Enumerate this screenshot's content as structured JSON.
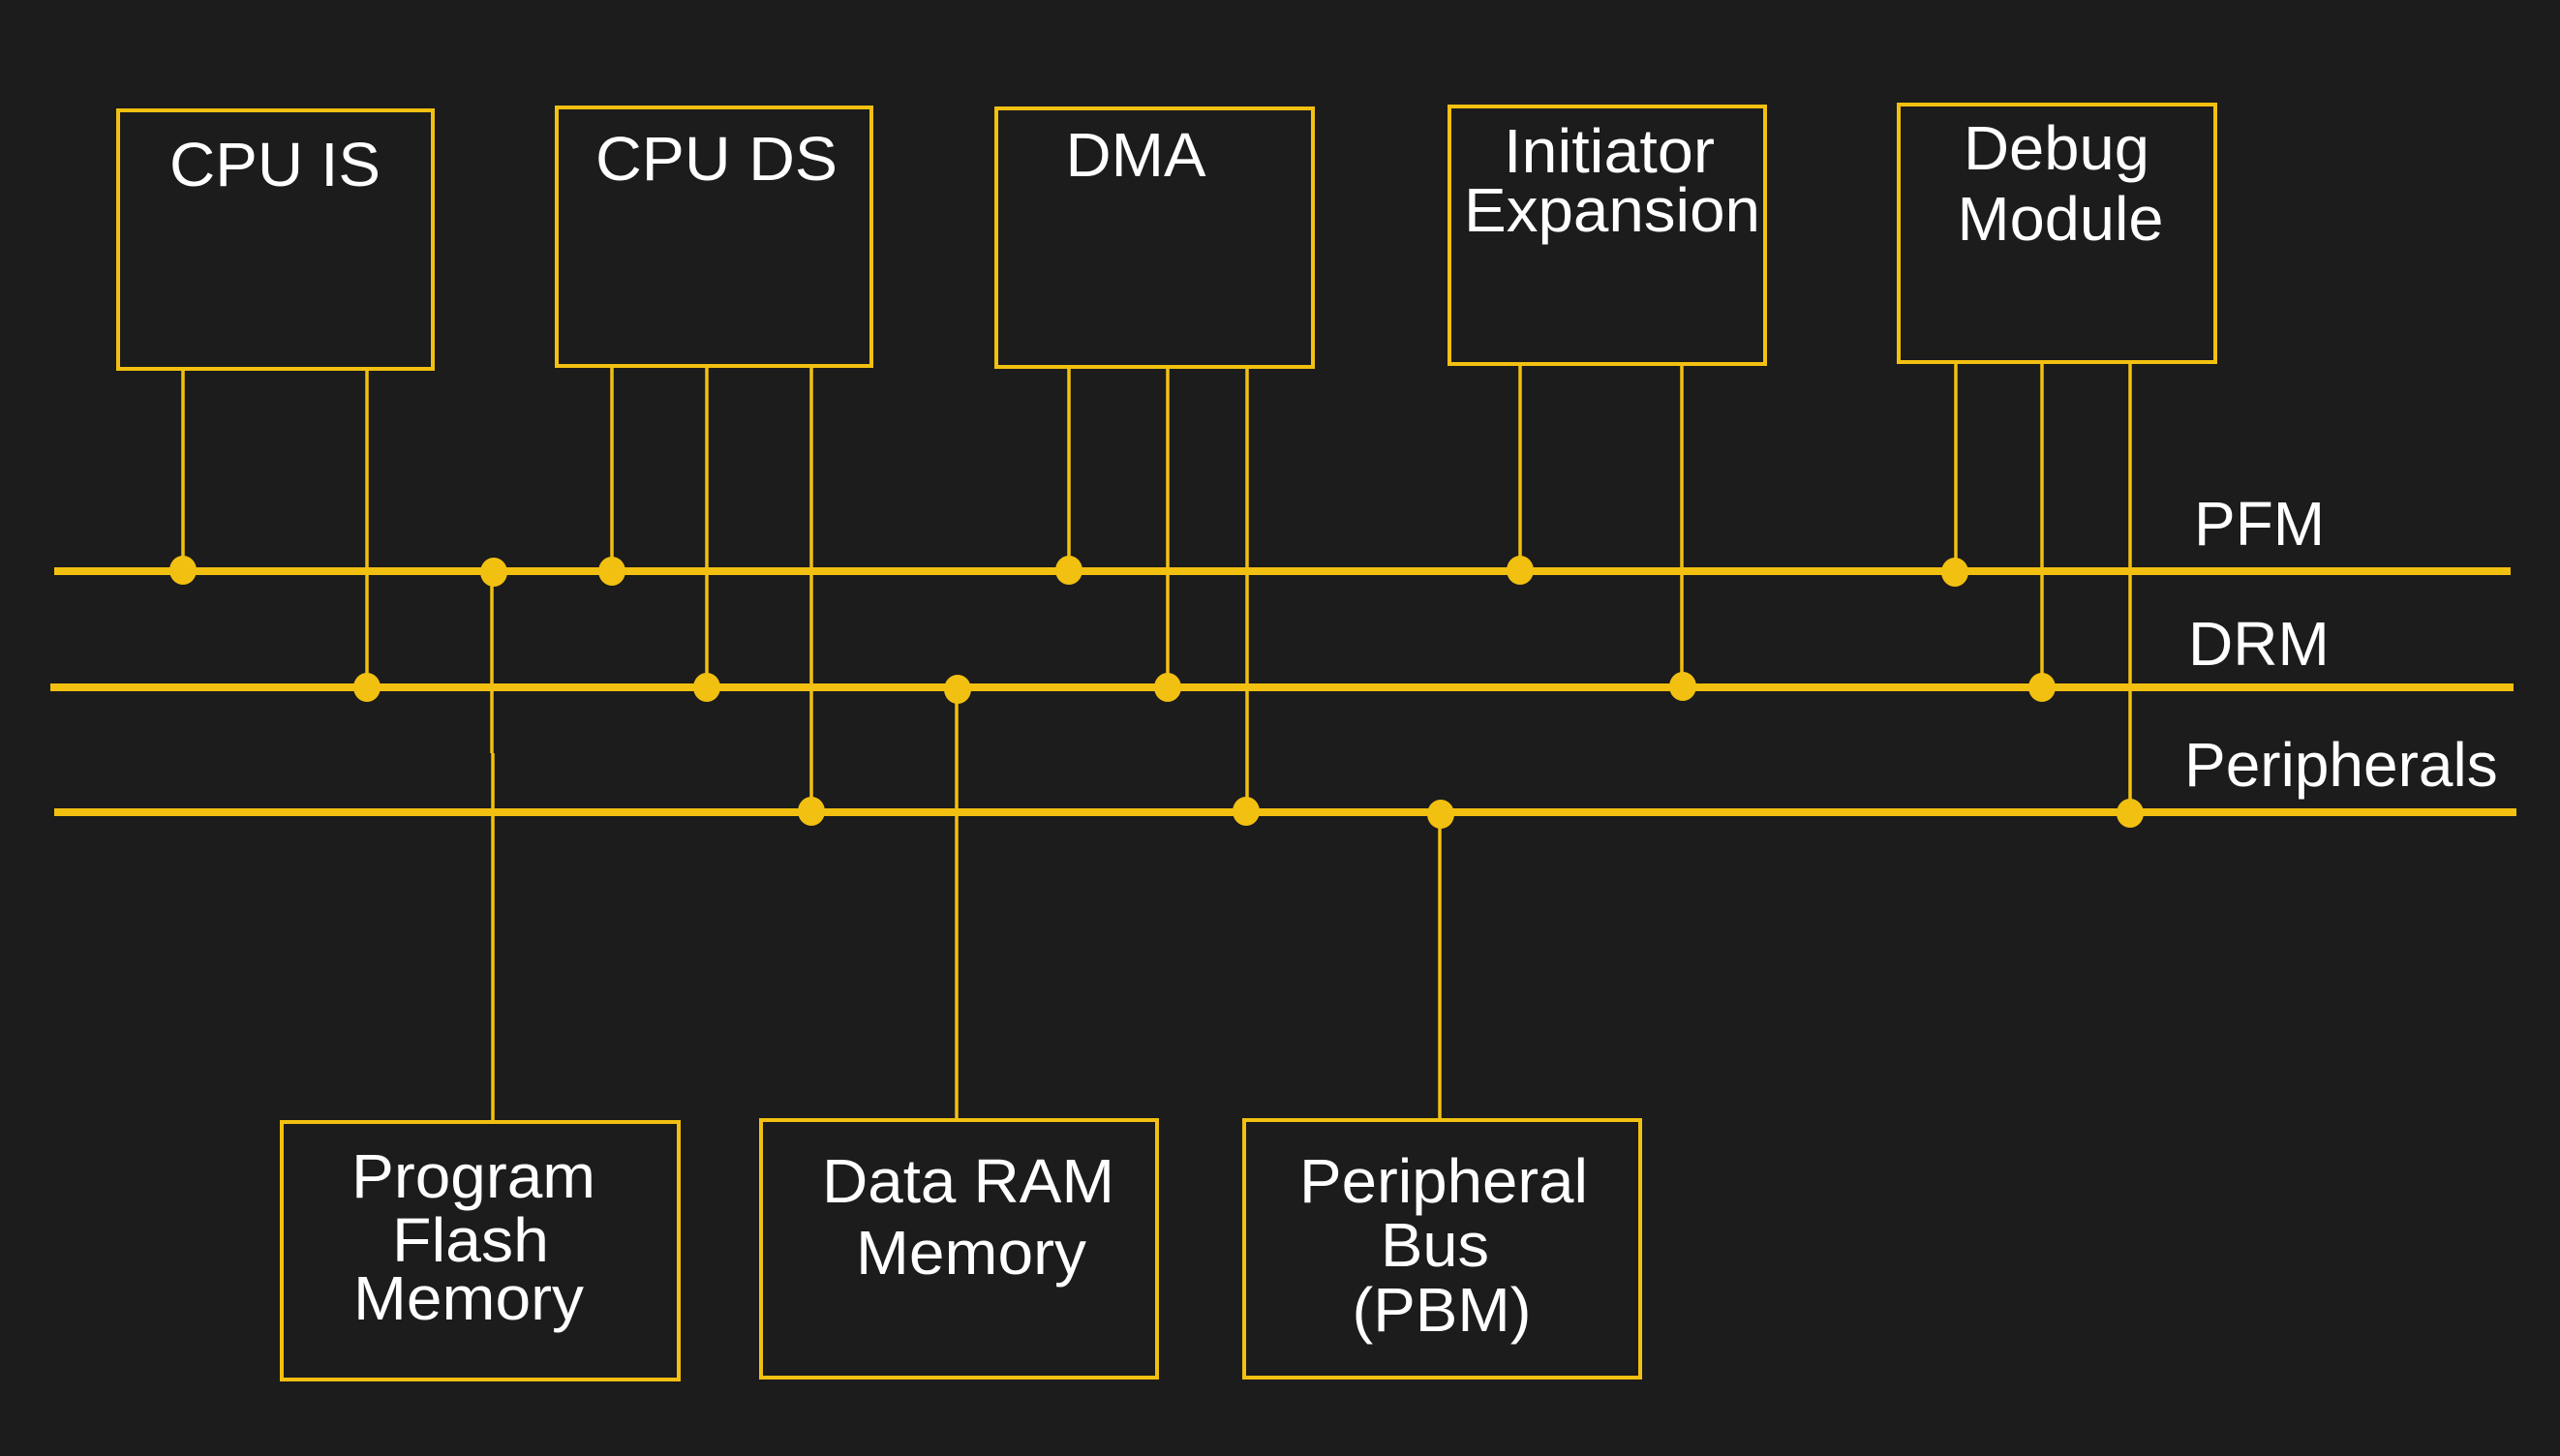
{
  "diagram": {
    "colors": {
      "background": "#1c1c1c",
      "line": "#f2c010",
      "text": "#ffffff"
    },
    "buses": [
      {
        "id": "pfm",
        "label": "PFM"
      },
      {
        "id": "drm",
        "label": "DRM"
      },
      {
        "id": "periph",
        "label": "Peripherals"
      }
    ],
    "initiators": [
      {
        "id": "cpu-is",
        "lines": [
          "CPU IS"
        ],
        "connects": [
          "pfm",
          "drm"
        ]
      },
      {
        "id": "cpu-ds",
        "lines": [
          "CPU DS"
        ],
        "connects": [
          "pfm",
          "drm",
          "periph"
        ]
      },
      {
        "id": "dma",
        "lines": [
          "DMA"
        ],
        "connects": [
          "pfm",
          "drm",
          "periph"
        ]
      },
      {
        "id": "initiator-expansion",
        "lines": [
          "Initiator",
          "Expansion"
        ],
        "connects": [
          "pfm",
          "drm"
        ]
      },
      {
        "id": "debug-module",
        "lines": [
          "Debug",
          "Module"
        ],
        "connects": [
          "pfm",
          "drm",
          "periph"
        ]
      }
    ],
    "targets": [
      {
        "id": "program-flash-memory",
        "lines": [
          "Program",
          "Flash",
          "Memory"
        ],
        "connects": "pfm"
      },
      {
        "id": "data-ram-memory",
        "lines": [
          "Data RAM",
          "Memory"
        ],
        "connects": "drm"
      },
      {
        "id": "peripheral-bus",
        "lines": [
          "Peripheral",
          "Bus",
          "(PBM)"
        ],
        "connects": "periph"
      }
    ]
  }
}
